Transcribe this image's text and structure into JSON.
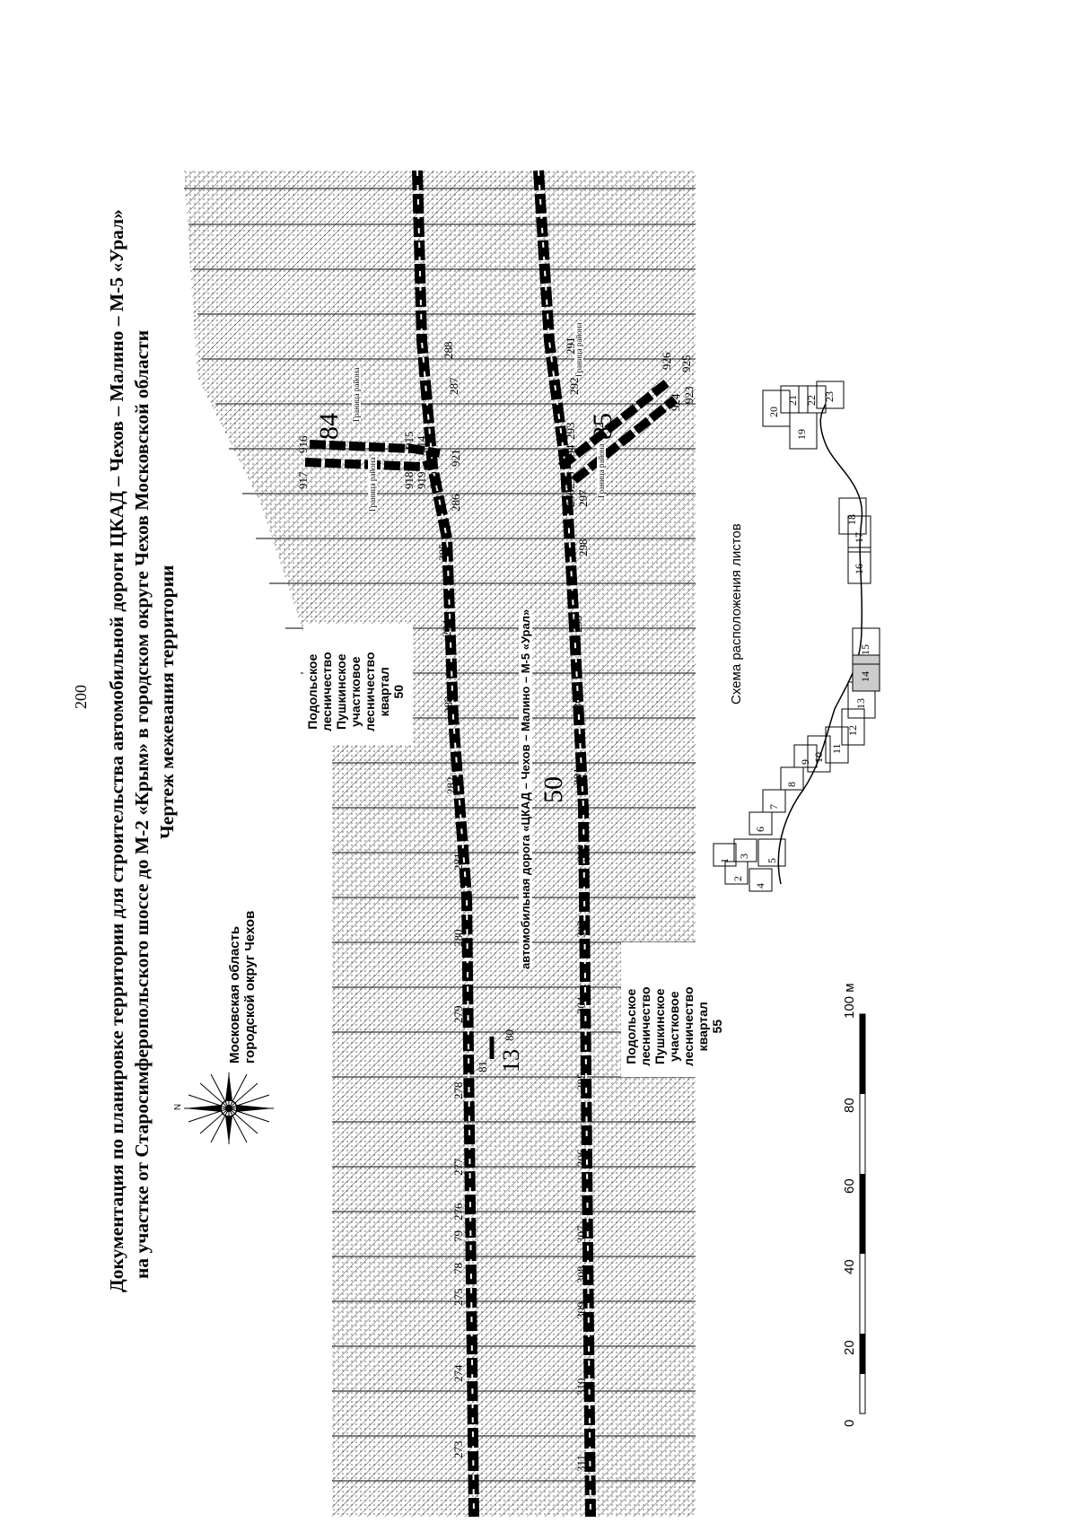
{
  "page_number": "200",
  "title": {
    "line1": "Документация по планировке территории для строительства автомобильной дороги ЦКАД – Чехов – Малино – М-5 «Урал»",
    "line2": "на участке от Старосимферопольского шоссе до М-2 «Крым» в городском округе Чехов Московской области",
    "line3": "Чертеж межевания территории"
  },
  "labels": {
    "region": [
      "Московская область",
      "городской округ Чехов"
    ],
    "forestry_top": [
      "Подольское",
      "лесничество",
      "Пушкинское",
      "участковое",
      "лесничество",
      "квартал",
      "50"
    ],
    "forestry_bottom": [
      "Подольское",
      "лесничество",
      "Пушкинское",
      "участковое",
      "лесничество",
      "квартал",
      "55"
    ],
    "road": "автомобильная дорога «ЦКАД – Чехов – Малино – М-5 «Урал»",
    "scheme": "Схема расположения листов",
    "compass_n": "N",
    "quarter_13": "13",
    "quarter_50": "50",
    "quarter_84": "84",
    "quarter_85": "85",
    "boundary": "Граница района"
  },
  "upper_points": [
    "273",
    "274",
    "275",
    "78",
    "79",
    "276",
    "277",
    "278",
    "279",
    "280",
    "281",
    "282",
    "283",
    "284",
    "285",
    "286",
    "287",
    "288"
  ],
  "lower_points": [
    "311",
    "310",
    "309",
    "308",
    "307",
    "306",
    "305",
    "304",
    "303",
    "302",
    "301",
    "300",
    "299",
    "298",
    "297",
    "296",
    "295",
    "294",
    "293",
    "292",
    "291"
  ],
  "branch_84_points": [
    "917",
    "918",
    "916",
    "915",
    "914",
    "919",
    "920",
    "921"
  ],
  "branch_85_points": [
    "922",
    "923",
    "924",
    "925",
    "926"
  ],
  "small_points": [
    "81",
    "80"
  ],
  "scale": {
    "ticks": [
      "0",
      "20",
      "40",
      "60",
      "80",
      "100 м"
    ]
  },
  "sheet_numbers": [
    "1",
    "2",
    "3",
    "4",
    "5",
    "6",
    "7",
    "8",
    "9",
    "10",
    "11",
    "12",
    "13",
    "14",
    "15",
    "16",
    "17",
    "18",
    "19",
    "20",
    "21",
    "22",
    "23"
  ]
}
